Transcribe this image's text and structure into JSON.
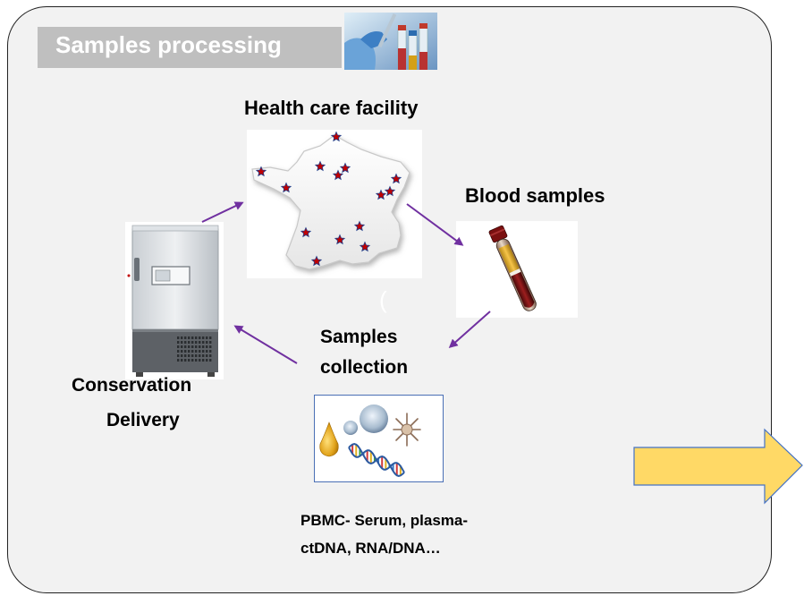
{
  "header": {
    "title": "Samples processing",
    "photo_icon": "lab-pipette-photo-icon"
  },
  "nodes": {
    "facility_label": "Health care facility",
    "blood_label": "Blood samples",
    "collection_label_line1": "Samples",
    "collection_label_line2": "collection",
    "conservation_label": "Conservation",
    "delivery_label": "Delivery",
    "samples_types_line1": "PBMC- Serum, plasma-",
    "samples_types_line2": "ctDNA, RNA/DNA…"
  },
  "icons": {
    "map": "france-map-icon",
    "tube": "blood-tube-icon",
    "freezer": "freezer-icon",
    "samples": "biosamples-icon"
  },
  "colors": {
    "panel": "#f2f2f2",
    "header": "#bfbfbf",
    "cycle_arrow": "#7030a0",
    "big_arrow_fill": "#ffd966",
    "big_arrow_stroke": "#4472c4",
    "star_fill": "#c00000",
    "star_stroke": "#1f3e8a",
    "box_border": "#4a6fb5"
  }
}
